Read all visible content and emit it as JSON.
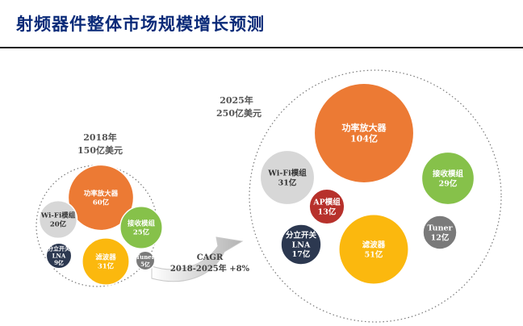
{
  "page": {
    "title": "射频器件整体市场规模增长预测"
  },
  "chart_data": {
    "type": "bubble",
    "title": "射频器件整体市场规模增长预测",
    "unit": "亿美元",
    "groups": [
      {
        "name": "2018年",
        "total_label": "150亿美元",
        "total": 150,
        "items": [
          {
            "name": "功率放大器",
            "value": 60,
            "value_label": "60亿",
            "color": "#ec7a34"
          },
          {
            "name": "Wi-Fi模组",
            "value": 20,
            "value_label": "20亿",
            "color": "#d7d7d7"
          },
          {
            "name": "接收模组",
            "value": 25,
            "value_label": "25亿",
            "color": "#86c14a"
          },
          {
            "name": "分立开关 LNA",
            "value": 9,
            "value_label": "9亿",
            "color": "#2c3850"
          },
          {
            "name": "滤波器",
            "value": 31,
            "value_label": "31亿",
            "color": "#fbb80e"
          },
          {
            "name": "Tuner",
            "value": 5,
            "value_label": "5亿",
            "color": "#7a7a7a"
          }
        ]
      },
      {
        "name": "2025年",
        "total_label": "250亿美元",
        "total": 250,
        "items": [
          {
            "name": "功率放大器",
            "value": 104,
            "value_label": "104亿",
            "color": "#ec7a34"
          },
          {
            "name": "Wi-Fi模组",
            "value": 31,
            "value_label": "31亿",
            "color": "#d7d7d7"
          },
          {
            "name": "AP模组",
            "value": 13,
            "value_label": "13亿",
            "color": "#b7312b"
          },
          {
            "name": "接收模组",
            "value": 29,
            "value_label": "29亿",
            "color": "#86c14a"
          },
          {
            "name": "分立开关 LNA",
            "value": 17,
            "value_label": "17亿",
            "color": "#2c3850"
          },
          {
            "name": "滤波器",
            "value": 51,
            "value_label": "51亿",
            "color": "#fbb80e"
          },
          {
            "name": "Tuner",
            "value": 12,
            "value_label": "12亿",
            "color": "#7a7a7a"
          }
        ]
      }
    ],
    "annotation": {
      "line1": "CAGR",
      "line2": "2018-2025年 +8%"
    }
  }
}
